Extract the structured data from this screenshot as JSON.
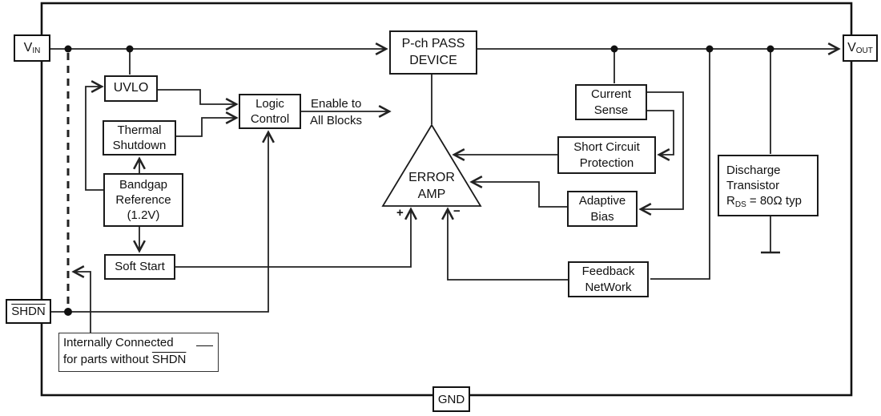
{
  "pins": {
    "vin": {
      "base": "V",
      "sub": "IN"
    },
    "vout": {
      "base": "V",
      "sub": "OUT"
    },
    "shdn": {
      "label": "SHDN"
    },
    "gnd": {
      "label": "GND"
    }
  },
  "blocks": {
    "pass_device": {
      "line1": "P-ch PASS",
      "line2": "DEVICE"
    },
    "uvlo": {
      "line1": "UVLO"
    },
    "thermal_shutdown": {
      "line1": "Thermal",
      "line2": "Shutdown"
    },
    "bandgap": {
      "line1": "Bandgap",
      "line2": "Reference",
      "line3": "(1.2V)"
    },
    "logic_control": {
      "line1": "Logic",
      "line2": "Control"
    },
    "soft_start": {
      "line1": "Soft Start"
    },
    "current_sense": {
      "line1": "Current",
      "line2": "Sense"
    },
    "short_circuit": {
      "line1": "Short Circuit",
      "line2": "Protection"
    },
    "adaptive_bias": {
      "line1": "Adaptive",
      "line2": "Bias"
    },
    "feedback": {
      "line1": "Feedback",
      "line2": "NetWork"
    },
    "discharge": {
      "line1": "Discharge",
      "line2": "Transistor",
      "r_base": "R",
      "r_sub": "DS",
      "r_rest": " = 80Ω typ"
    }
  },
  "error_amp": {
    "line1": "ERROR",
    "line2": "AMP",
    "plus": "+",
    "minus": "−"
  },
  "labels": {
    "enable_line1": "Enable to",
    "enable_line2": "All Blocks",
    "callout_line1": "Internally Connected",
    "callout_line2_prefix": "for parts without ",
    "callout_shdn": "SHDN"
  },
  "colors": {
    "wire": "#222222",
    "box_border": "#1a1a1a",
    "background": "#ffffff"
  }
}
